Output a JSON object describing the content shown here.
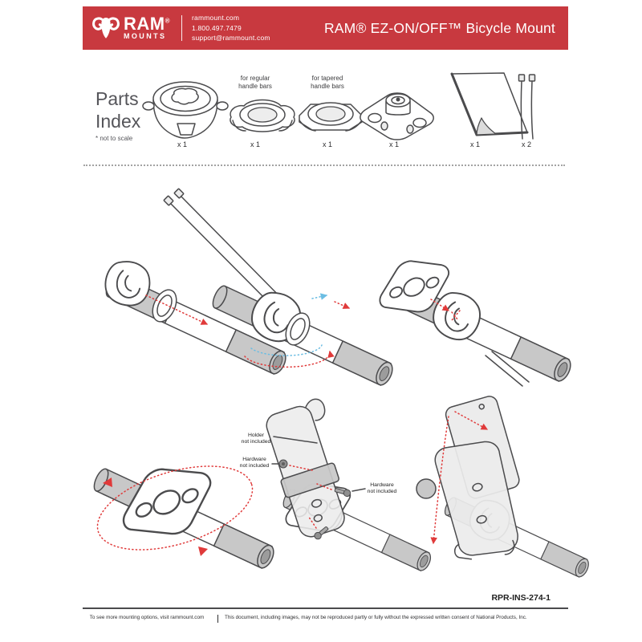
{
  "header": {
    "logo": {
      "brand": "RAM",
      "registered": "®",
      "subbrand": "MOUNTS",
      "icon": "ram-head-icon"
    },
    "contact": {
      "website": "rammount.com",
      "phone": "1.800.497.7479",
      "email": "support@rammount.com"
    },
    "title": "RAM® EZ-ON/OFF™ Bicycle Mount",
    "bg_color": "#c8393f"
  },
  "parts_index": {
    "heading_line1": "Parts",
    "heading_line2": "Index",
    "note": "* not to scale",
    "parts": [
      {
        "name": "ez-on-off-base",
        "qty": "x 1"
      },
      {
        "name": "ring-regular",
        "qty": "x 1",
        "label_line1": "for regular",
        "label_line2": "handle bars"
      },
      {
        "name": "ring-tapered",
        "qty": "x 1",
        "label_line1": "for tapered",
        "label_line2": "handle bars"
      },
      {
        "name": "diamond-ball-base",
        "qty": "x 1"
      },
      {
        "name": "adhesive-sheet",
        "qty": "x 1"
      },
      {
        "name": "cable-ties",
        "qty": "x 2"
      }
    ]
  },
  "diagrams": {
    "labels": {
      "holder_line1": "Holder",
      "holder_line2": "not included",
      "hardware_left_line1": "Hardware",
      "hardware_left_line2": "not included",
      "hardware_right_line1": "Hardware",
      "hardware_right_line2": "not included"
    }
  },
  "footer": {
    "doc_number": "RPR-INS-274-1",
    "left_note": "To see more mounting options, visit rammount.com",
    "right_note": "This document, including images, may not be reproduced partly or fully without the expressed written consent of National Products, Inc."
  },
  "colors": {
    "header_red": "#c8393f",
    "arrow_red": "#e03a3a",
    "arrow_blue": "#6bbde3",
    "line_dark": "#4b4b4d"
  }
}
